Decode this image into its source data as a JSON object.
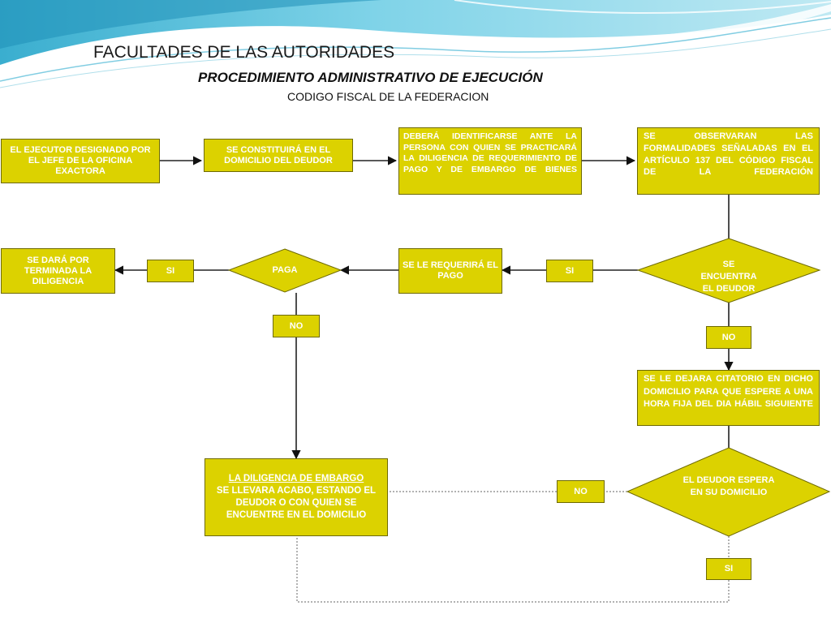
{
  "header": {
    "title": "FACULTADES DE LAS AUTORIDADES",
    "subtitle": "PROCEDIMIENTO ADMINISTRATIVO DE EJECUCIÓN",
    "source": "CODIGO FISCAL DE LA FEDERACION"
  },
  "nodes": {
    "ejecutor": "EL EJECUTOR DESIGNADO POR EL JEFE DE LA OFICINA EXACTORA",
    "constituira": "SE CONSTITUIRÁ EN EL DOMICILIO DEL DEUDOR",
    "identificarse": "DEBERÁ IDENTIFICARSE ANTE LA PERSONA CON QUIEN SE PRACTICARÁ LA DILIGENCIA DE REQUERIMIENTO DE PAGO Y DE EMBARGO DE BIENES",
    "formalidades": "SE OBSERVARAN LAS FORMALIDADES SEÑALADAS EN EL ARTÍCULO 137 DEL CÓDIGO FISCAL DE LA FEDERACIÓN",
    "encuentra": "SE ENCUENTRA EL DEUDOR",
    "requerira": "SE LE REQUERIRÁ EL PAGO",
    "paga": "PAGA",
    "terminada": "SE DARÁ POR TERMINADA LA DILIGENCIA",
    "citatorio": "SE LE DEJARA CITATORIO EN DICHO DOMICILIO PARA QUE ESPERE A UNA HORA FIJA DEL DIA HÁBIL SIGUIENTE",
    "espera": "EL DEUDOR ESPERA EN SU DOMICILIO",
    "embargo_title": "LA DILIGENCIA DE EMBARGO",
    "embargo_body": "SE LLEVARA ACABO, ESTANDO EL DEUDOR O  CON QUIEN SE ENCUENTRE EN EL DOMICILIO"
  },
  "labels": {
    "si_encuentra": "SI",
    "si_paga": "SI",
    "no_paga": "NO",
    "no_encuentra": "NO",
    "no_espera": "NO",
    "si_espera": "SI"
  },
  "colors": {
    "box_fill": "#dcd200",
    "box_text": "#ffffff",
    "box_border": "#6e6a00"
  }
}
